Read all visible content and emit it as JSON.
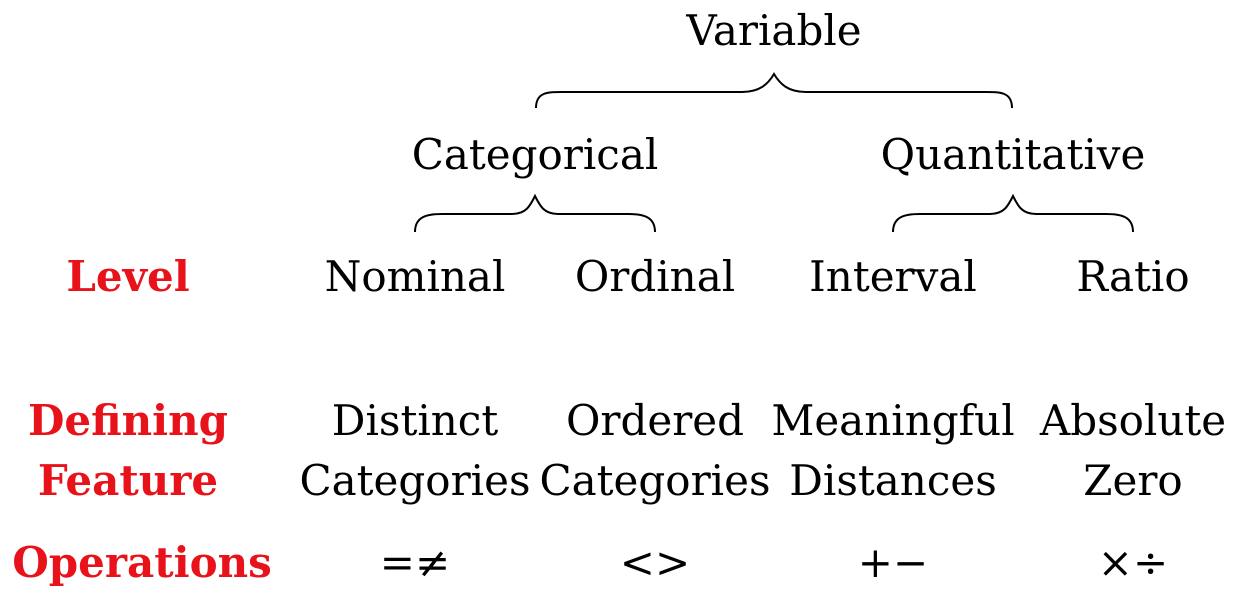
{
  "accent_color": "#e8131a",
  "tree": {
    "root": "Variable",
    "categorical": "Categorical",
    "quantitative": "Quantitative"
  },
  "rows": {
    "level": {
      "label": "Level",
      "values": [
        "Nominal",
        "Ordinal",
        "Interval",
        "Ratio"
      ]
    },
    "defining_feature": {
      "label_line1": "Defining",
      "label_line2": "Feature",
      "values": [
        {
          "line1": "Distinct",
          "line2": "Categories"
        },
        {
          "line1": "Ordered",
          "line2": "Categories"
        },
        {
          "line1": "Meaningful",
          "line2": "Distances"
        },
        {
          "line1": "Absolute",
          "line2": "Zero"
        }
      ]
    },
    "operations": {
      "label": "Operations",
      "values": [
        "=≠",
        "<>",
        "+−",
        "×÷"
      ]
    }
  }
}
